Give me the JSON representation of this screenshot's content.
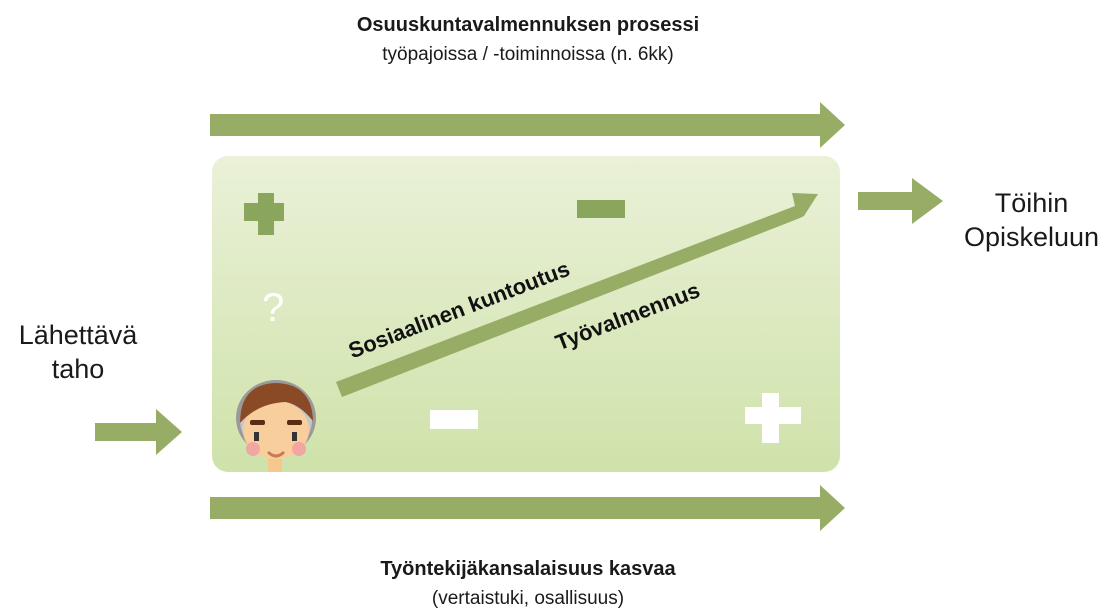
{
  "header": {
    "title": "Osuuskuntavalmennuksen prosessi",
    "subtitle": "työpajoissa / -toiminnoissa (n. 6kk)"
  },
  "footer": {
    "title": "Työntekijäkansalaisuus kasvaa",
    "subtitle": "(vertaistuki, osallisuus)"
  },
  "left": {
    "line1": "Lähettävä",
    "line2": "taho"
  },
  "right": {
    "line1": "Töihin",
    "line2": "Opiskeluun"
  },
  "diagonal": {
    "label_upper": "Sosiaalinen kuntoutus",
    "label_lower": "Työvalmennus"
  },
  "question_mark": "?",
  "colors": {
    "arrow_green": "#97ad66",
    "board_top": "#eaf1d8",
    "board_bottom": "#cfe2aa",
    "symbol_dark": "#8aa55c",
    "symbol_white": "#ffffff"
  },
  "icons": [
    "plus-icon",
    "minus-icon",
    "question-icon",
    "person-avatar-icon"
  ]
}
